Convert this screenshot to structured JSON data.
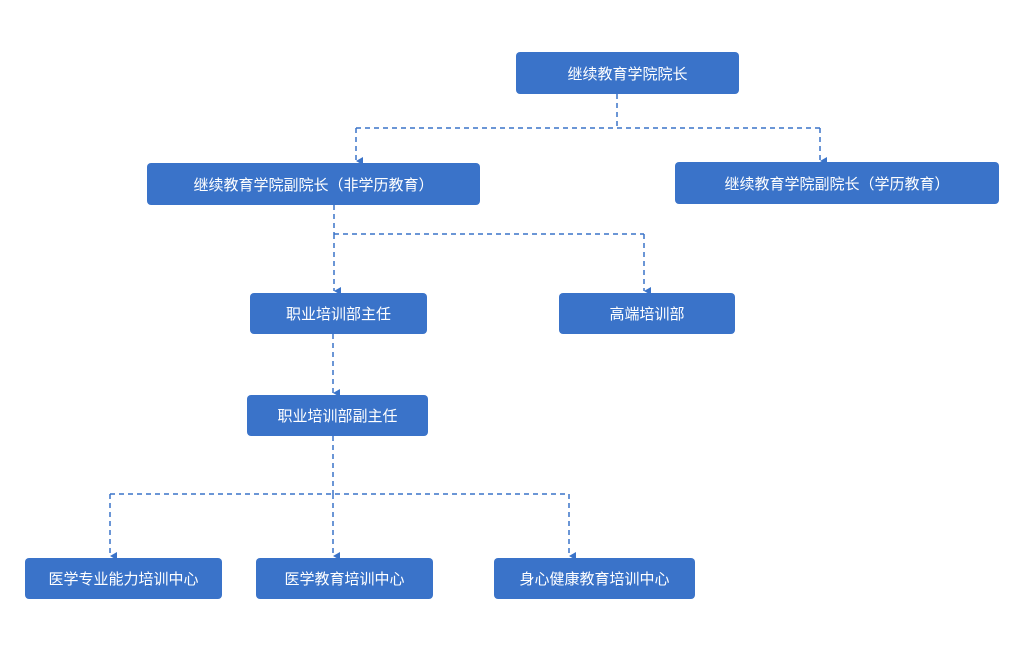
{
  "colors": {
    "node_fill": "#3a73c9",
    "node_text": "#ffffff",
    "connector": "#3a73c9"
  },
  "nodes": {
    "dean": "继续教育学院院长",
    "vice_dean_non_degree": "继续教育学院副院长（非学历教育）",
    "vice_dean_degree": "继续教育学院副院长（学历教育）",
    "vocational_director": "职业培训部主任",
    "high_end_training": "高端培训部",
    "vocational_deputy_director": "职业培训部副主任",
    "medical_skills_center": "医学专业能力培训中心",
    "medical_education_center": "医学教育培训中心",
    "health_education_center": "身心健康教育培训中心"
  }
}
